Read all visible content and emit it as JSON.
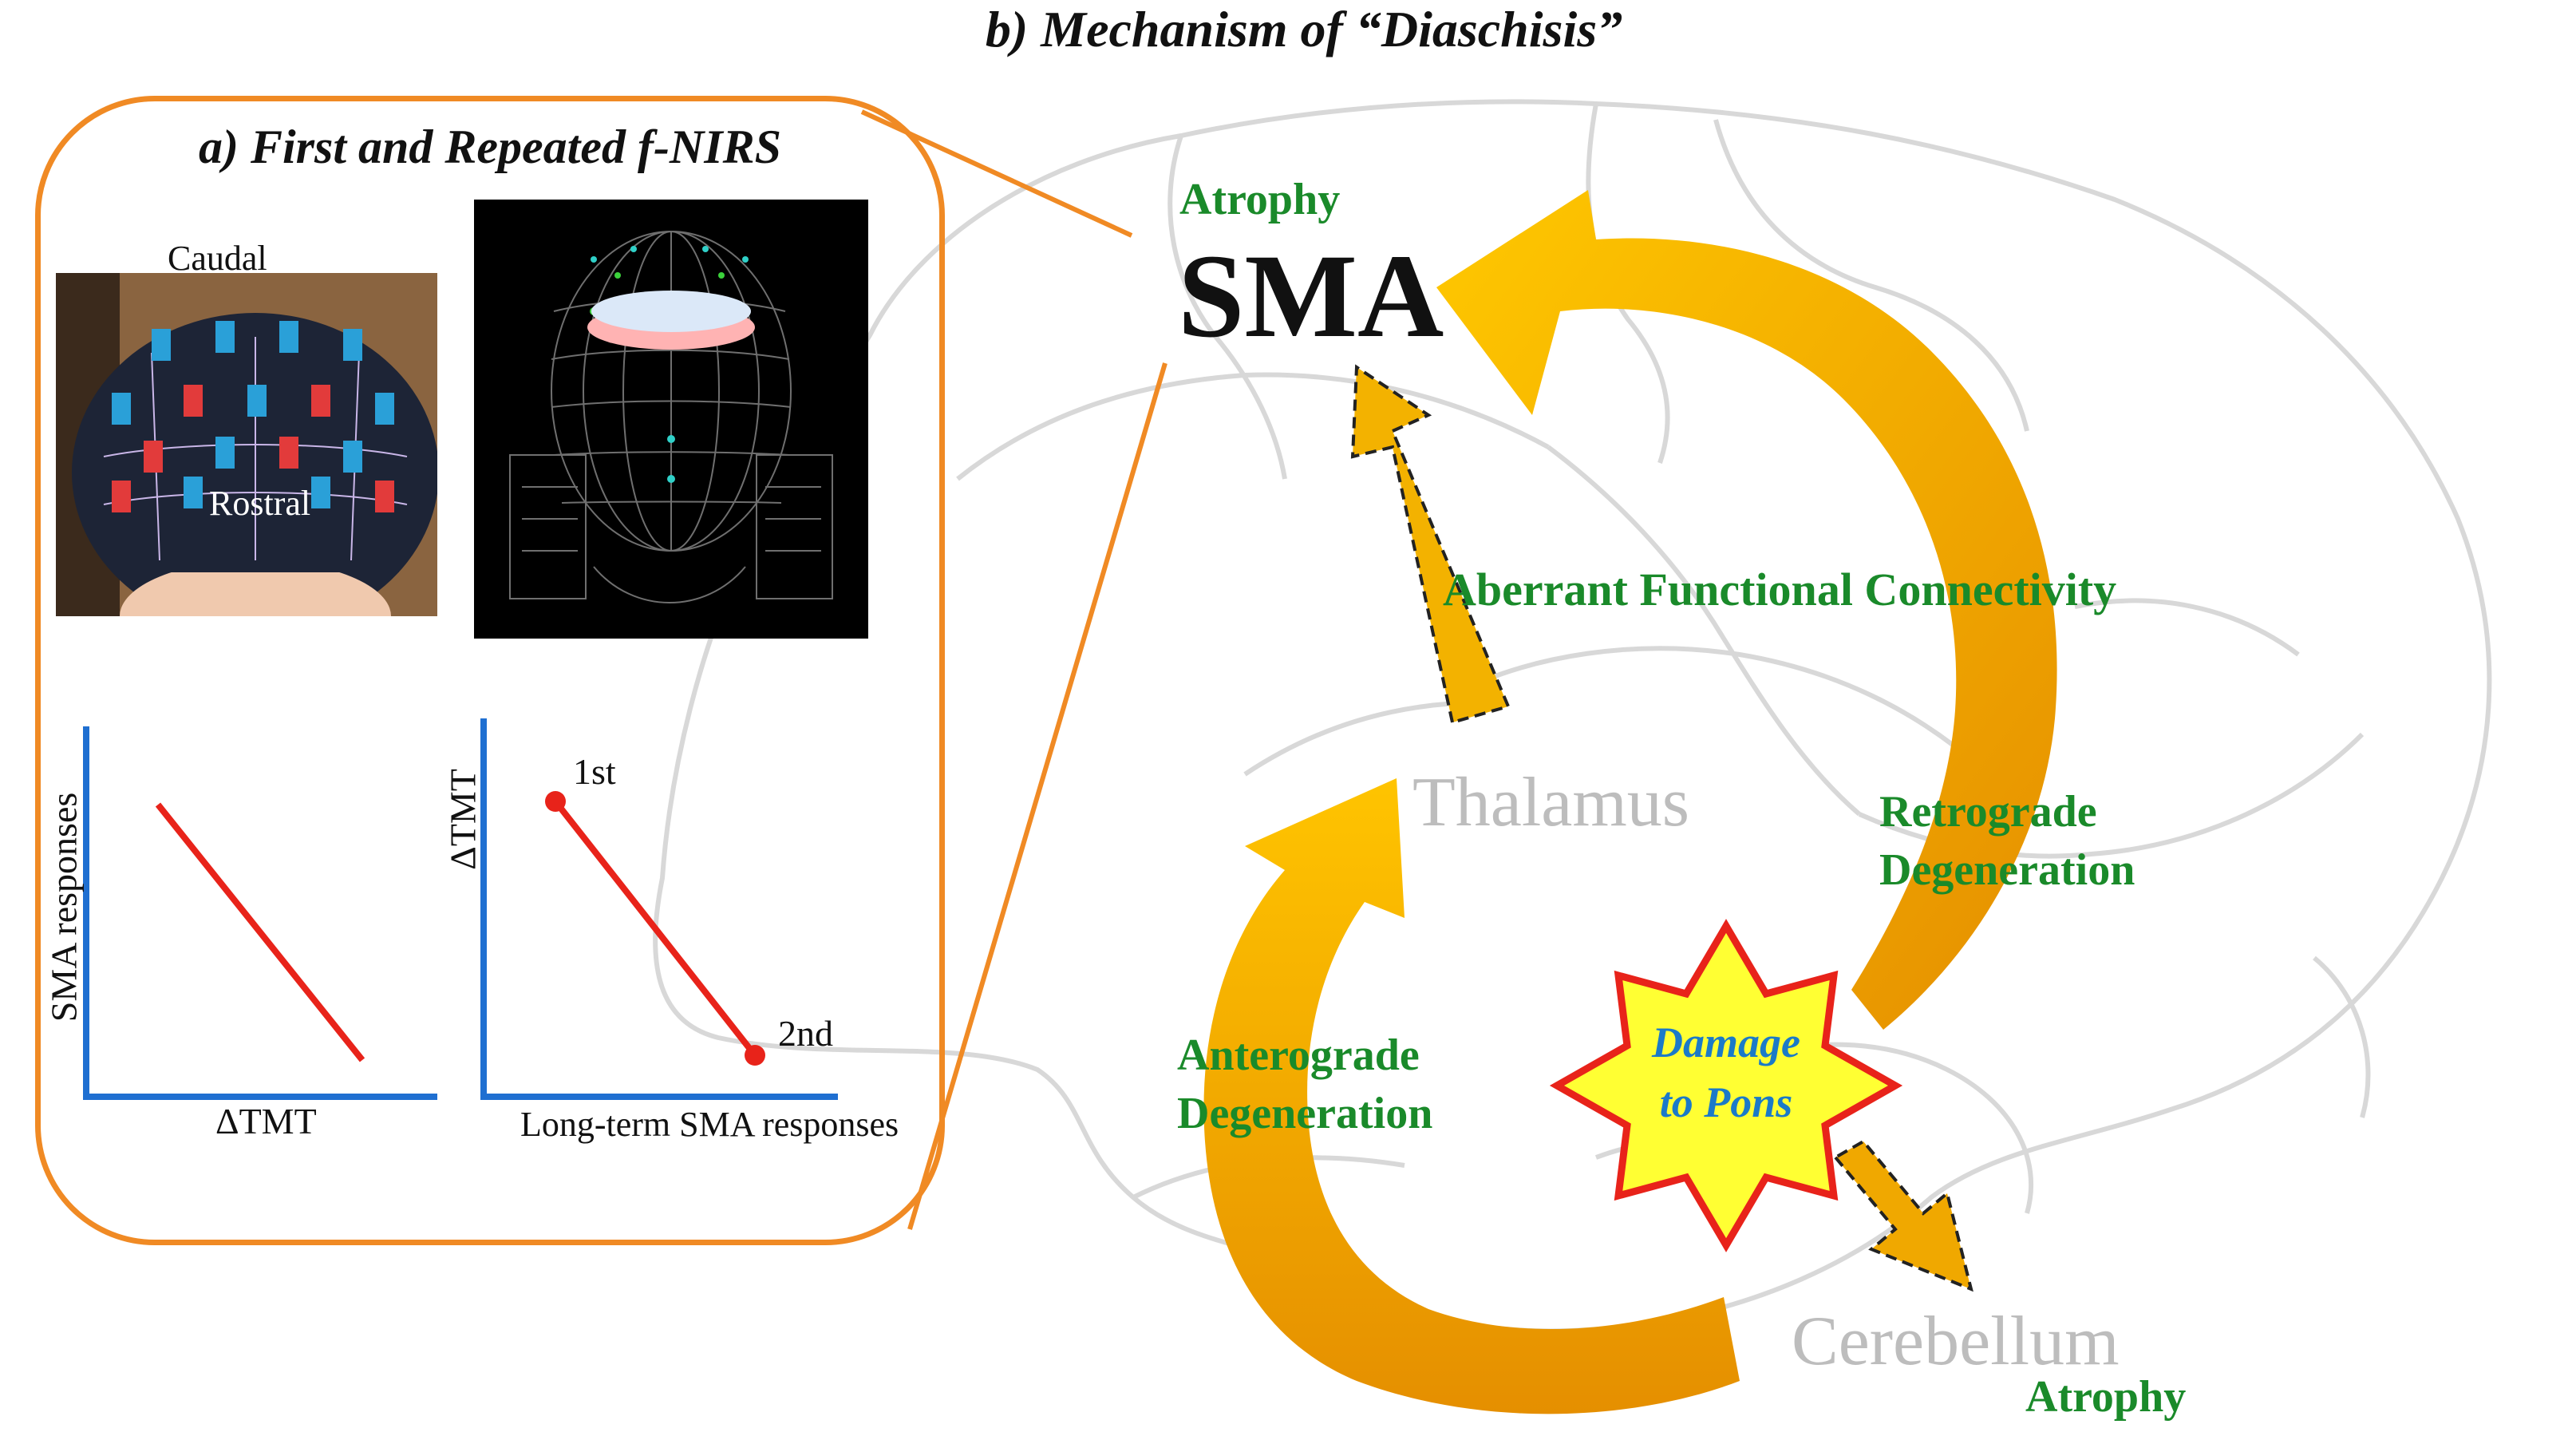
{
  "panel_b": {
    "title": "b) Mechanism of “Diaschisis”",
    "sma": {
      "label": "SMA",
      "atrophy": "Atrophy"
    },
    "thalamus": "Thalamus",
    "cerebellum": {
      "label": "Cerebellum",
      "atrophy": "Atrophy"
    },
    "pons": {
      "line1": "Damage",
      "line2": "to Pons"
    },
    "aberrant": "Aberrant Functional Connectivity",
    "retrograde": {
      "line1": "Retrograde",
      "line2": "Degeneration"
    },
    "anterograde": {
      "line1": "Anterograde",
      "line2": "Degeneration"
    },
    "colors": {
      "arrow": "#f5b400",
      "arrow_dark": "#e08a00",
      "star_fill": "#ffff33",
      "star_stroke": "#e8231a",
      "green_text": "#1a8a2a",
      "brain_outline": "#d9d9d9"
    }
  },
  "panel_a": {
    "title": "a) First and Repeated f-NIRS",
    "photo_labels": {
      "caudal": "Caudal",
      "rostral": "Rostral"
    },
    "plot1": {
      "ylabel": "SMA responses",
      "xlabel": "ΔTMT"
    },
    "plot2": {
      "ylabel": "ΔTMT",
      "xlabel": "Long-term SMA responses",
      "point1": "1st",
      "point2": "2nd"
    },
    "colors": {
      "frame": "#f08a24",
      "axis": "#1f6fd1",
      "line": "#e8231a"
    }
  }
}
